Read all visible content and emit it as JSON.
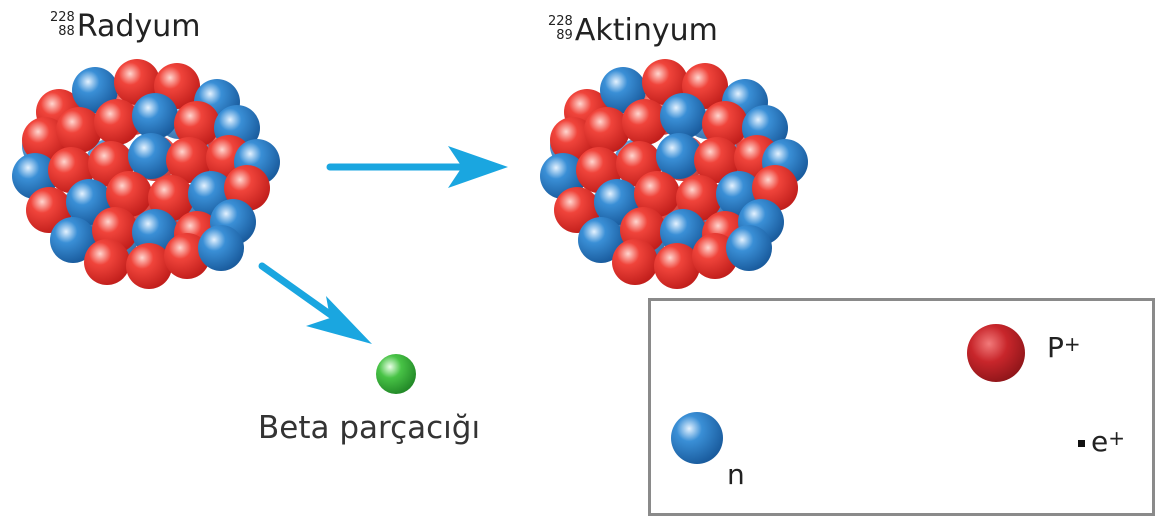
{
  "parent": {
    "mass_number": "228",
    "atomic_number": "88",
    "name": "Radyum"
  },
  "daughter": {
    "mass_number": "228",
    "atomic_number": "89",
    "name": "Aktinyum"
  },
  "beta_particle": {
    "label": "Beta parçacığı"
  },
  "inset": {
    "neutron_label": "n",
    "proton_symbol": "P",
    "proton_charge": "+",
    "positron_symbol": "e",
    "positron_charge": "+"
  },
  "colors": {
    "proton": "#e8302e",
    "neutron": "#2a7ec4",
    "beta": "#3fb83f",
    "arrow": "#1aa6e0",
    "inset_proton": "#c0242a"
  }
}
